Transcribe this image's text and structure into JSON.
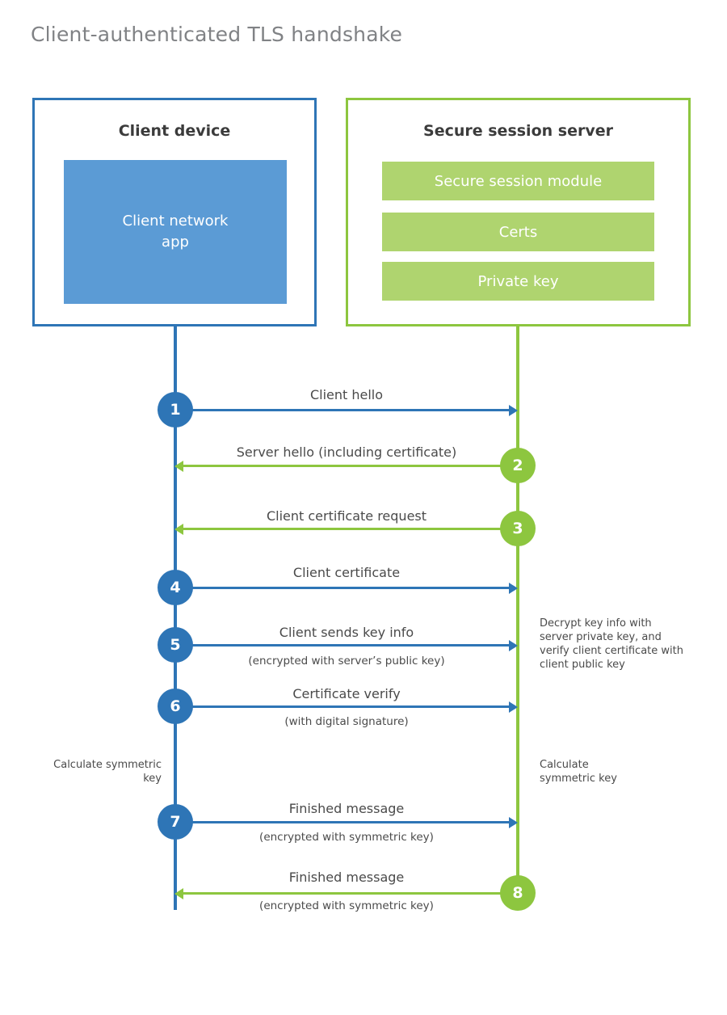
{
  "title": "Client-authenticated TLS handshake",
  "participants": {
    "client": {
      "title": "Client device",
      "components": [
        "Client network\napp"
      ],
      "color": "#2E75B6",
      "fill": "#5B9BD5"
    },
    "server": {
      "title": "Secure session server",
      "components": [
        "Secure session module",
        "Certs",
        "Private key"
      ],
      "color": "#8DC63F",
      "fill": "#AFD46F"
    }
  },
  "steps": [
    {
      "number": "1",
      "label": "Client hello",
      "sublabel": "",
      "direction": "client-to-server",
      "color": "#2E75B6"
    },
    {
      "number": "2",
      "label": "Server hello (including certificate)",
      "sublabel": "",
      "direction": "server-to-client",
      "color": "#8DC63F"
    },
    {
      "number": "3",
      "label": "Client certificate request",
      "sublabel": "",
      "direction": "server-to-client",
      "color": "#8DC63F"
    },
    {
      "number": "4",
      "label": "Client certificate",
      "sublabel": "",
      "direction": "client-to-server",
      "color": "#2E75B6"
    },
    {
      "number": "5",
      "label": "Client sends key info",
      "sublabel": "(encrypted with server’s public key)",
      "direction": "client-to-server",
      "color": "#2E75B6"
    },
    {
      "number": "6",
      "label": "Certificate verify",
      "sublabel": "(with digital signature)",
      "direction": "client-to-server",
      "color": "#2E75B6"
    },
    {
      "number": "7",
      "label": "Finished message",
      "sublabel": "(encrypted with symmetric key)",
      "direction": "client-to-server",
      "color": "#2E75B6"
    },
    {
      "number": "8",
      "label": "Finished message",
      "sublabel": "(encrypted with symmetric key)",
      "direction": "server-to-client",
      "color": "#8DC63F"
    }
  ],
  "annotations": {
    "server_decrypt": "Decrypt key info with server private key, and verify client certificate with client public key",
    "client_calculate": "Calculate symmetric key",
    "server_calculate": "Calculate symmetric key"
  }
}
